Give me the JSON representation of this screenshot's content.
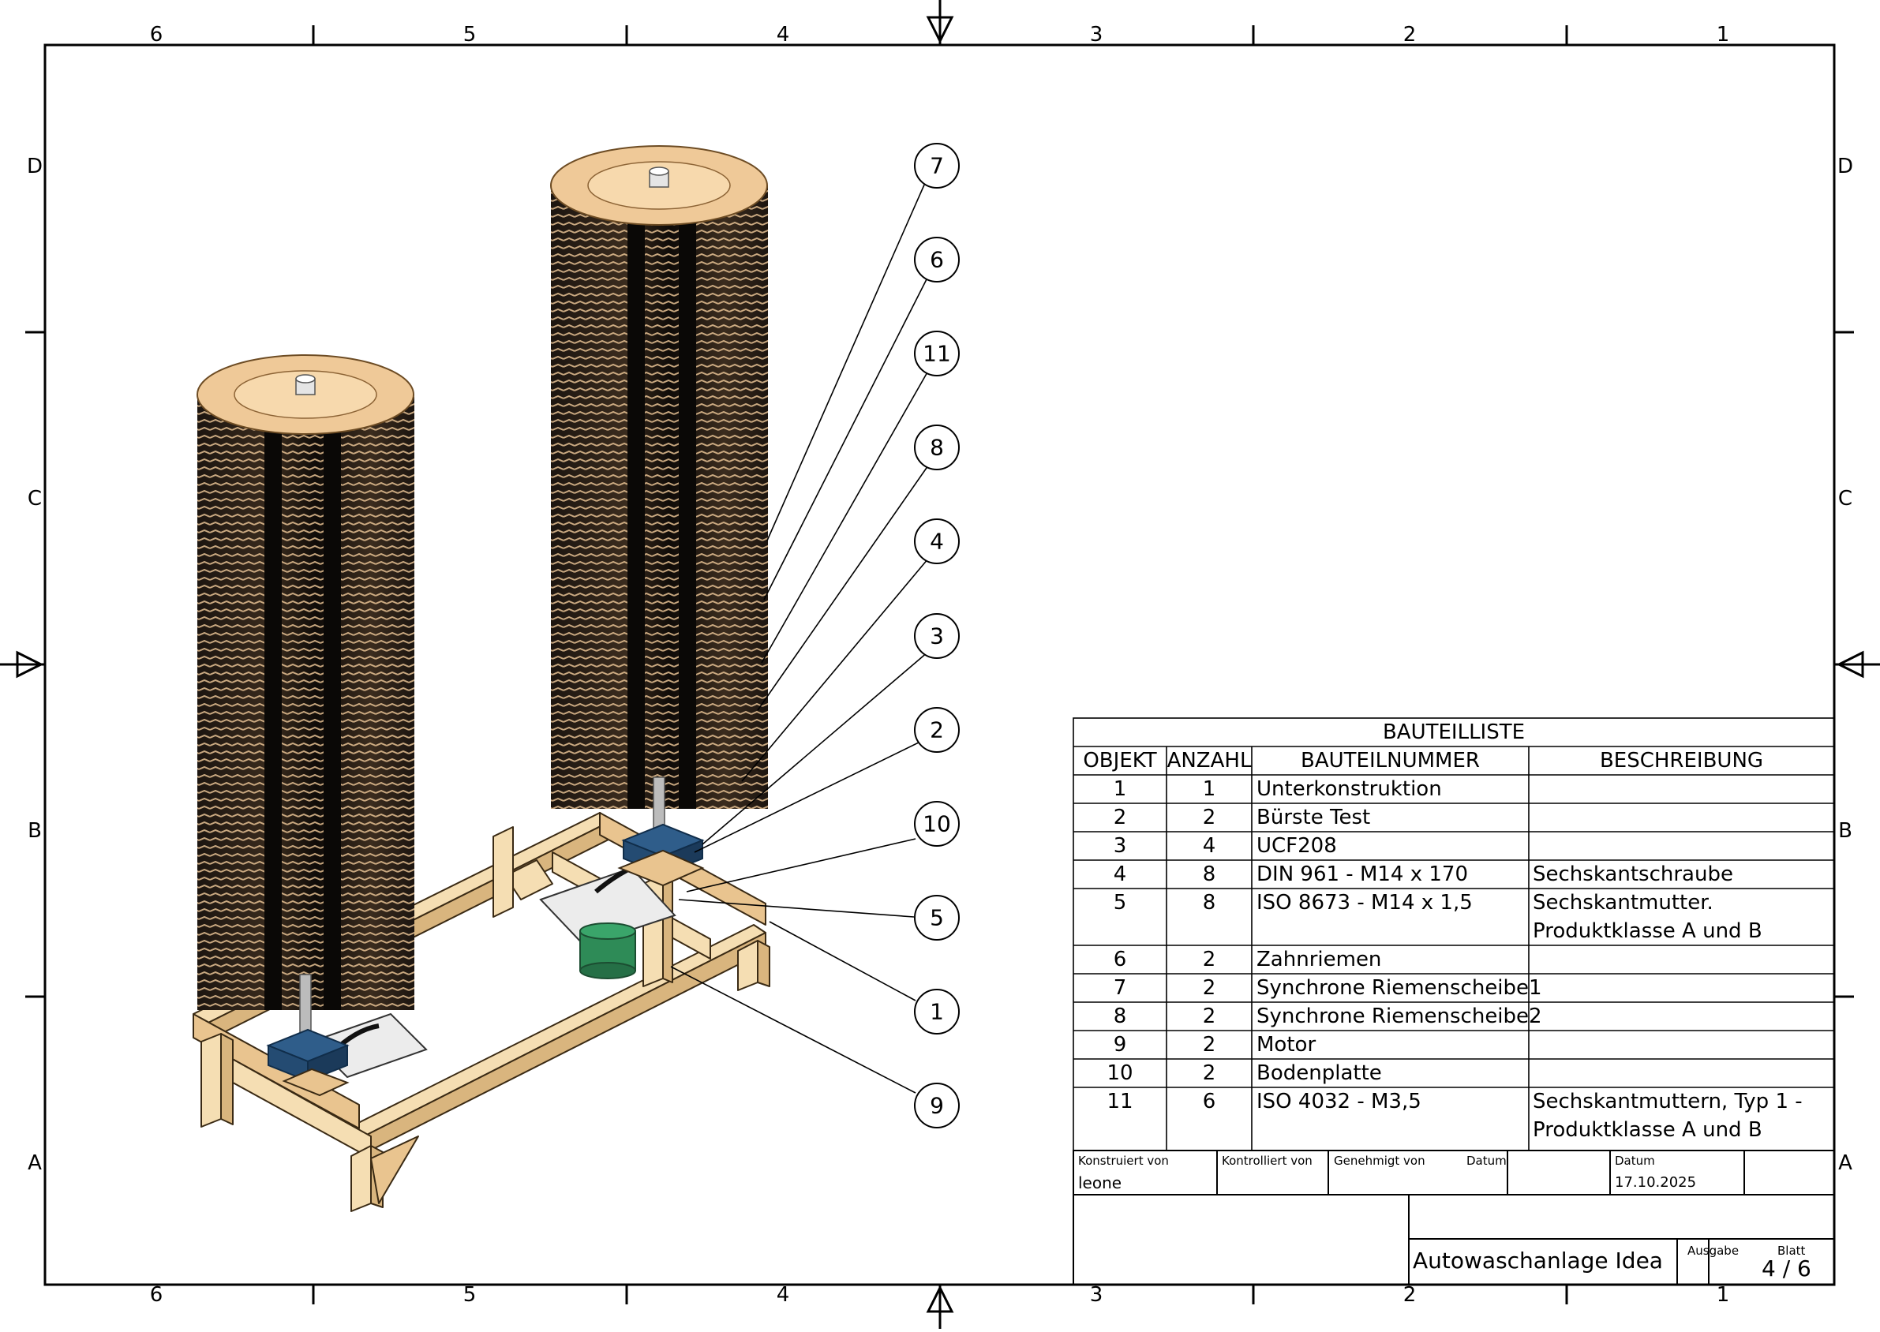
{
  "frame": {
    "col_labels_top": [
      "6",
      "5",
      "4",
      "3",
      "2",
      "1"
    ],
    "col_labels_bottom": [
      "6",
      "5",
      "4",
      "3",
      "2",
      "1"
    ],
    "row_labels_left": [
      "D",
      "C",
      "B",
      "A"
    ],
    "row_labels_right": [
      "D",
      "C",
      "B",
      "A"
    ]
  },
  "balloons": [
    "7",
    "6",
    "11",
    "8",
    "4",
    "3",
    "2",
    "10",
    "5",
    "1",
    "9"
  ],
  "bom": {
    "title": "BAUTEILLISTE",
    "headers": {
      "objekt": "OBJEKT",
      "anzahl": "ANZAHL",
      "bauteilnummer": "BAUTEILNUMMER",
      "beschreibung": "BESCHREIBUNG"
    },
    "rows": [
      {
        "objekt": "1",
        "anzahl": "1",
        "bauteilnummer": "Unterkonstruktion",
        "beschreibung": "",
        "beschreibung2": ""
      },
      {
        "objekt": "2",
        "anzahl": "2",
        "bauteilnummer": "Bürste Test",
        "beschreibung": "",
        "beschreibung2": ""
      },
      {
        "objekt": "3",
        "anzahl": "4",
        "bauteilnummer": "UCF208",
        "beschreibung": "",
        "beschreibung2": ""
      },
      {
        "objekt": "4",
        "anzahl": "8",
        "bauteilnummer": "DIN 961 - M14 x 170",
        "beschreibung": "Sechskantschraube",
        "beschreibung2": ""
      },
      {
        "objekt": "5",
        "anzahl": "8",
        "bauteilnummer": "ISO 8673  - M14 x 1,5",
        "beschreibung": "Sechskantmutter.",
        "beschreibung2": "Produktklasse A und B"
      },
      {
        "objekt": "6",
        "anzahl": "2",
        "bauteilnummer": "Zahnriemen",
        "beschreibung": "",
        "beschreibung2": ""
      },
      {
        "objekt": "7",
        "anzahl": "2",
        "bauteilnummer": "Synchrone Riemenscheibe1",
        "beschreibung": "",
        "beschreibung2": ""
      },
      {
        "objekt": "8",
        "anzahl": "2",
        "bauteilnummer": "Synchrone Riemenscheibe2",
        "beschreibung": "",
        "beschreibung2": ""
      },
      {
        "objekt": "9",
        "anzahl": "2",
        "bauteilnummer": "Motor",
        "beschreibung": "",
        "beschreibung2": ""
      },
      {
        "objekt": "10",
        "anzahl": "2",
        "bauteilnummer": "Bodenplatte",
        "beschreibung": "",
        "beschreibung2": ""
      },
      {
        "objekt": "11",
        "anzahl": "6",
        "bauteilnummer": "ISO 4032 - M3,5",
        "beschreibung": "Sechskantmuttern, Typ 1 -",
        "beschreibung2": "Produktklasse A und B"
      }
    ]
  },
  "titleblock": {
    "konstruiert_label": "Konstruiert von",
    "konstruiert_value": "leone",
    "kontrolliert_label": "Kontrolliert von",
    "genehmigt_label": "Genehmigt von",
    "datum_label_1": "Datum",
    "datum_label_2": "Datum",
    "datum_value": "17.10.2025",
    "title": "Autowaschanlage Idea",
    "ausgabe_label": "Ausgabe",
    "blatt_label": "Blatt",
    "blatt_value": "4 / 6"
  },
  "colors": {
    "wood_light": "#f5deb3",
    "wood_mid": "#e9c48f",
    "wood_dark": "#b48a52",
    "bristle_dark": "#2a2118",
    "bearing_blue": "#2f5d8a",
    "motor_green": "#2e8b57",
    "plate_grey": "#e8e8e8"
  }
}
